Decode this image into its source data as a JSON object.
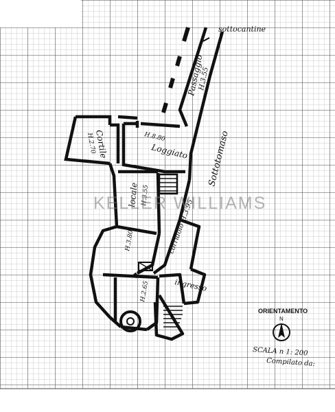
{
  "labels": {
    "sottocantine": "sottocantine",
    "passaggio": "Passaggio",
    "passaggio_h": "H.3.55",
    "loggiato": "Loggiato",
    "loggiato_h": "H.8.80",
    "cortile": "Cortile",
    "cortile_h": "H.2.70",
    "locale": "locale",
    "locale_h": "H.3.55",
    "corridoio": "corridoio H.3.95",
    "sottotomaso": "Sottotomaso",
    "h_left": "H.3.80",
    "h_small": "H.2.65",
    "ingresso": "ingresso"
  },
  "orientation": {
    "title": "ORIENTAMENTO",
    "north": "N"
  },
  "scale": {
    "text": "SCALA n 1: 200"
  },
  "compiled": {
    "text": "Compilato da:"
  },
  "watermark": {
    "text": "KELLER WILLIAMS"
  }
}
